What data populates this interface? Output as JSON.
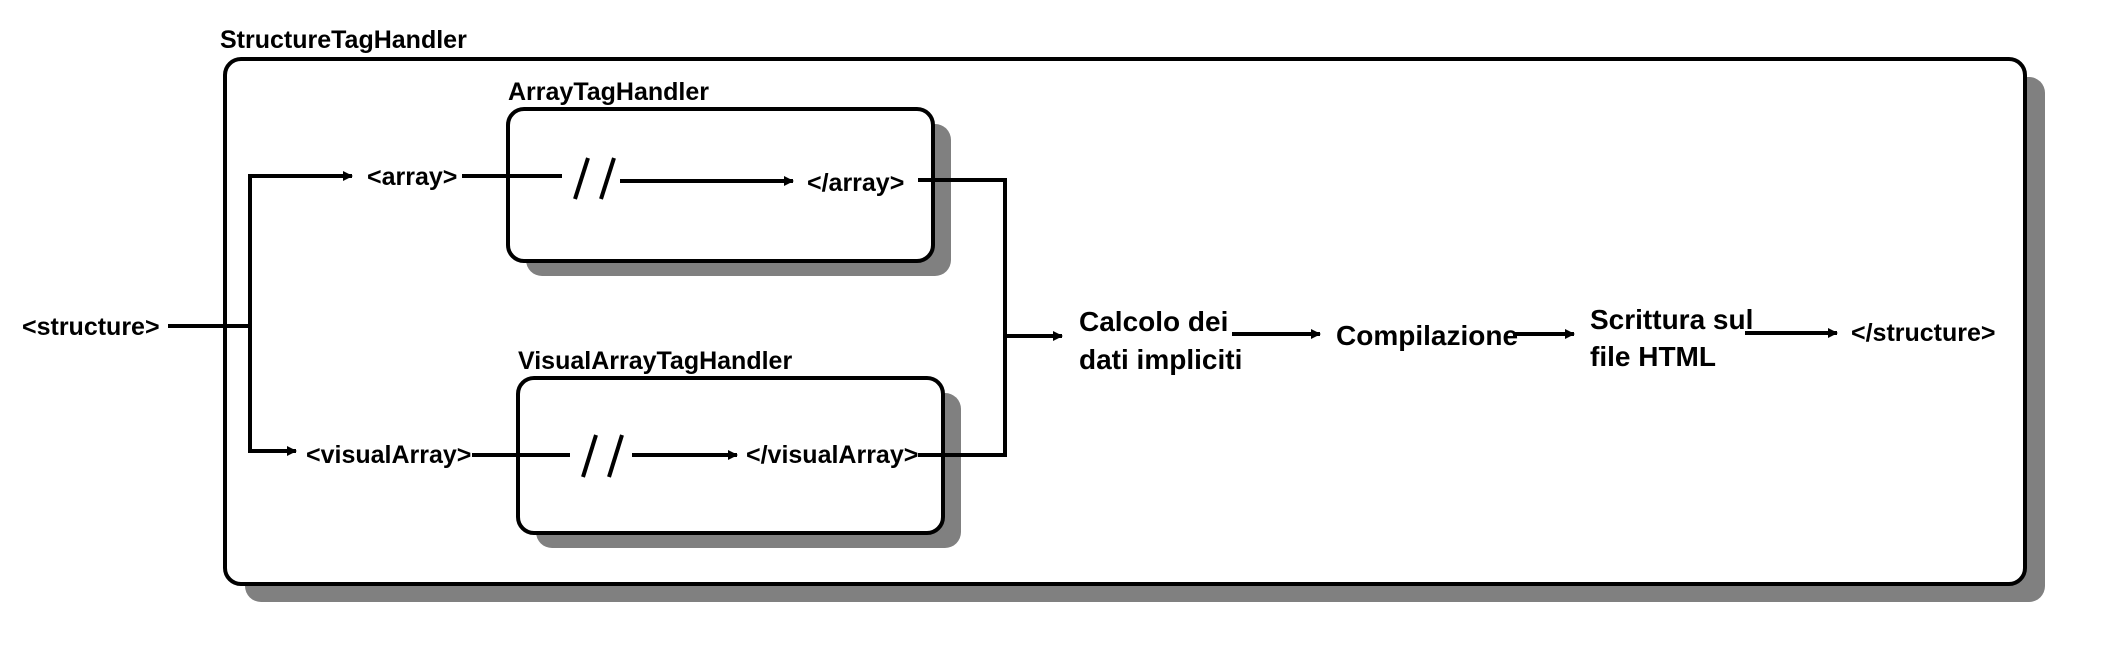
{
  "titles": {
    "outer": "StructureTagHandler",
    "array_box": "ArrayTagHandler",
    "visual_box": "VisualArrayTagHandler"
  },
  "tags": {
    "structure_open": "<structure>",
    "array_open": "<array>",
    "array_close": "</array>",
    "visual_open": "<visualArray>",
    "visual_close": "</visualArray>",
    "structure_close": "</structure>"
  },
  "steps": {
    "calc_line1": "Calcolo dei",
    "calc_line2": "dati impliciti",
    "compile": "Compilazione",
    "write_line1": "Scrittura sul",
    "write_line2": "file HTML"
  },
  "colors": {
    "stroke": "#000000",
    "shadow": "#808080",
    "fill": "#ffffff"
  }
}
